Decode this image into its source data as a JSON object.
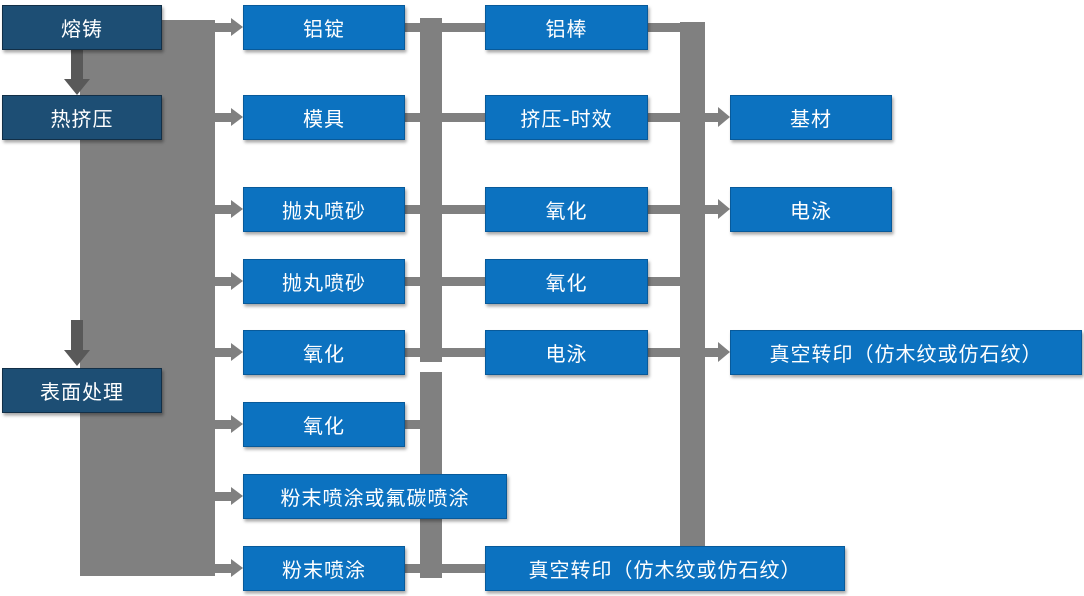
{
  "diagram": {
    "type": "flowchart",
    "background": "#ffffff",
    "colors": {
      "primary_box": "#0C72C0",
      "dark_box": "#1D4E74",
      "connector_gray": "#808080",
      "arrow_dark": "#595959",
      "box_text": "#ffffff"
    },
    "nodes": [
      {
        "id": "melting-casting",
        "label": "熔铸"
      },
      {
        "id": "hot-extrusion",
        "label": "热挤压"
      },
      {
        "id": "surface-treatment",
        "label": "表面处理"
      },
      {
        "id": "aluminum-ingot",
        "label": "铝锭"
      },
      {
        "id": "mold",
        "label": "模具"
      },
      {
        "id": "shot-blasting-1",
        "label": "抛丸喷砂"
      },
      {
        "id": "shot-blasting-2",
        "label": "抛丸喷砂"
      },
      {
        "id": "oxidation-1",
        "label": "氧化"
      },
      {
        "id": "oxidation-2",
        "label": "氧化"
      },
      {
        "id": "powder-or-fluorocarbon-coating",
        "label": "粉末喷涂或氟碳喷涂"
      },
      {
        "id": "powder-coating",
        "label": "粉末喷涂"
      },
      {
        "id": "aluminum-rod",
        "label": "铝棒"
      },
      {
        "id": "extrusion-aging",
        "label": "挤压-时效"
      },
      {
        "id": "oxidation-3",
        "label": "氧化"
      },
      {
        "id": "oxidation-4",
        "label": "氧化"
      },
      {
        "id": "electrophoresis-1",
        "label": "电泳"
      },
      {
        "id": "vacuum-transfer-1",
        "label": "真空转印（仿木纹或仿石纹）"
      },
      {
        "id": "substrate",
        "label": "基材"
      },
      {
        "id": "electrophoresis-2",
        "label": "电泳"
      },
      {
        "id": "vacuum-transfer-2",
        "label": "真空转印（仿木纹或仿石纹）"
      }
    ],
    "edges": [
      {
        "from": "melting-casting",
        "to": "hot-extrusion"
      },
      {
        "from": "hot-extrusion",
        "to": "surface-treatment"
      },
      {
        "from": "process-bus-left",
        "to": "aluminum-ingot"
      },
      {
        "from": "process-bus-left",
        "to": "mold"
      },
      {
        "from": "process-bus-left",
        "to": "shot-blasting-1"
      },
      {
        "from": "process-bus-left",
        "to": "shot-blasting-2"
      },
      {
        "from": "process-bus-left",
        "to": "oxidation-1"
      },
      {
        "from": "process-bus-left",
        "to": "oxidation-2"
      },
      {
        "from": "process-bus-left",
        "to": "powder-or-fluorocarbon-coating"
      },
      {
        "from": "process-bus-left",
        "to": "powder-coating"
      },
      {
        "from": "aluminum-ingot",
        "to": "aluminum-rod"
      },
      {
        "from": "mold",
        "to": "extrusion-aging"
      },
      {
        "from": "shot-blasting-1",
        "to": "oxidation-3"
      },
      {
        "from": "shot-blasting-2",
        "to": "oxidation-4"
      },
      {
        "from": "oxidation-1",
        "to": "electrophoresis-1"
      },
      {
        "from": "oxidation-2",
        "to": "vacuum-transfer-1"
      },
      {
        "from": "powder-coating",
        "to": "vacuum-transfer-1"
      },
      {
        "from": "extrusion-aging",
        "to": "substrate"
      },
      {
        "from": "oxidation-3",
        "to": "electrophoresis-2"
      },
      {
        "from": "electrophoresis-1",
        "to": "vacuum-transfer-2"
      }
    ]
  }
}
